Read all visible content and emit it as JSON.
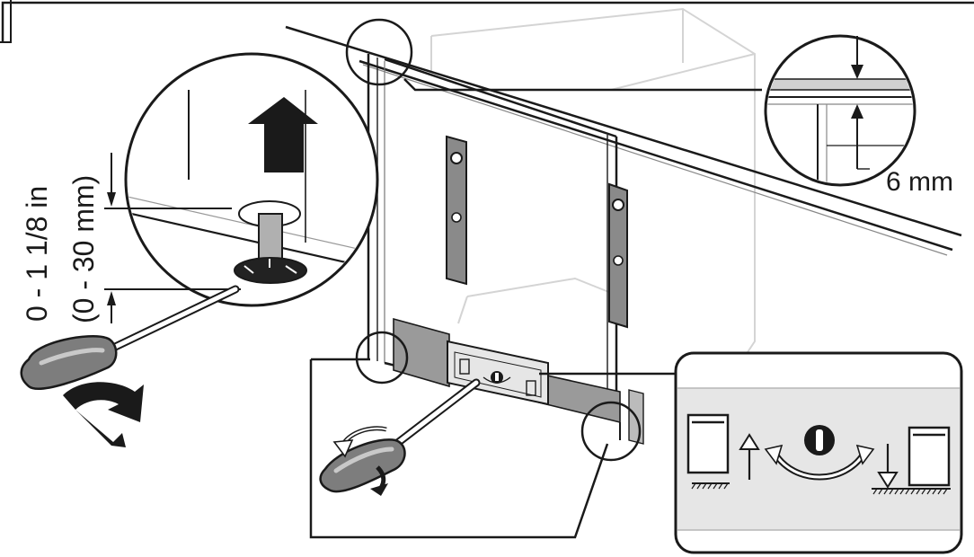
{
  "diagram": {
    "labels": {
      "gap": "6 mm",
      "range_imperial": "0 - 1 1/8 in",
      "range_metric": "(0 - 30 mm)"
    },
    "icons": {
      "raise_arrow": "arrow-up-icon",
      "screwdriver": "screwdriver-icon",
      "rotate": "rotate-icon",
      "adjust_screw": "adjust-screw-icon",
      "appliance": "appliance-icon",
      "down_arrow": "arrow-down-icon"
    },
    "colors": {
      "ink": "#1a1a1a",
      "ghost_cabinet": "#d4d4d4",
      "label_panel": "#e6e6e6",
      "screwdriver_handle": "#7d7d7d",
      "screwdriver_highlight": "#c9c9c9"
    }
  }
}
